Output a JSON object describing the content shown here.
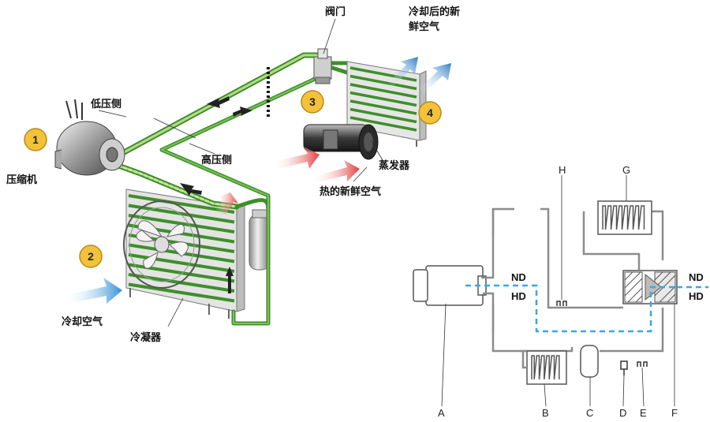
{
  "left_diagram": {
    "labels": {
      "low_pressure_side": "低压侧",
      "high_pressure_side": "高压侧",
      "compressor": "压缩机",
      "cooling_air": "冷却空气",
      "condenser": "冷凝器",
      "valve": "阀门",
      "evaporator": "蒸发器",
      "hot_fresh_air": "热的新鲜空气",
      "cooled_fresh_air": "冷却后的新鲜空气",
      "cooled_fresh_air_line1": "冷却后的新",
      "cooled_fresh_air_line2": "鲜空气"
    },
    "badges": [
      "1",
      "2",
      "3",
      "4"
    ],
    "colors": {
      "badge_fill": "#f3c23b",
      "pipe_green": "#3e8f2a",
      "pipe_light": "#b8d98a",
      "hot_arrow": "#e23a3a",
      "cold_arrow": "#3a8fd8"
    }
  },
  "right_diagram": {
    "letters": [
      "A",
      "B",
      "C",
      "D",
      "E",
      "F",
      "G",
      "H"
    ],
    "nd_left": "ND",
    "hd_left": "HD",
    "nd_right": "ND",
    "hd_right": "HD",
    "colors": {
      "line_gray": "#8c8c8c",
      "dash_blue": "#3aa8e0"
    }
  }
}
